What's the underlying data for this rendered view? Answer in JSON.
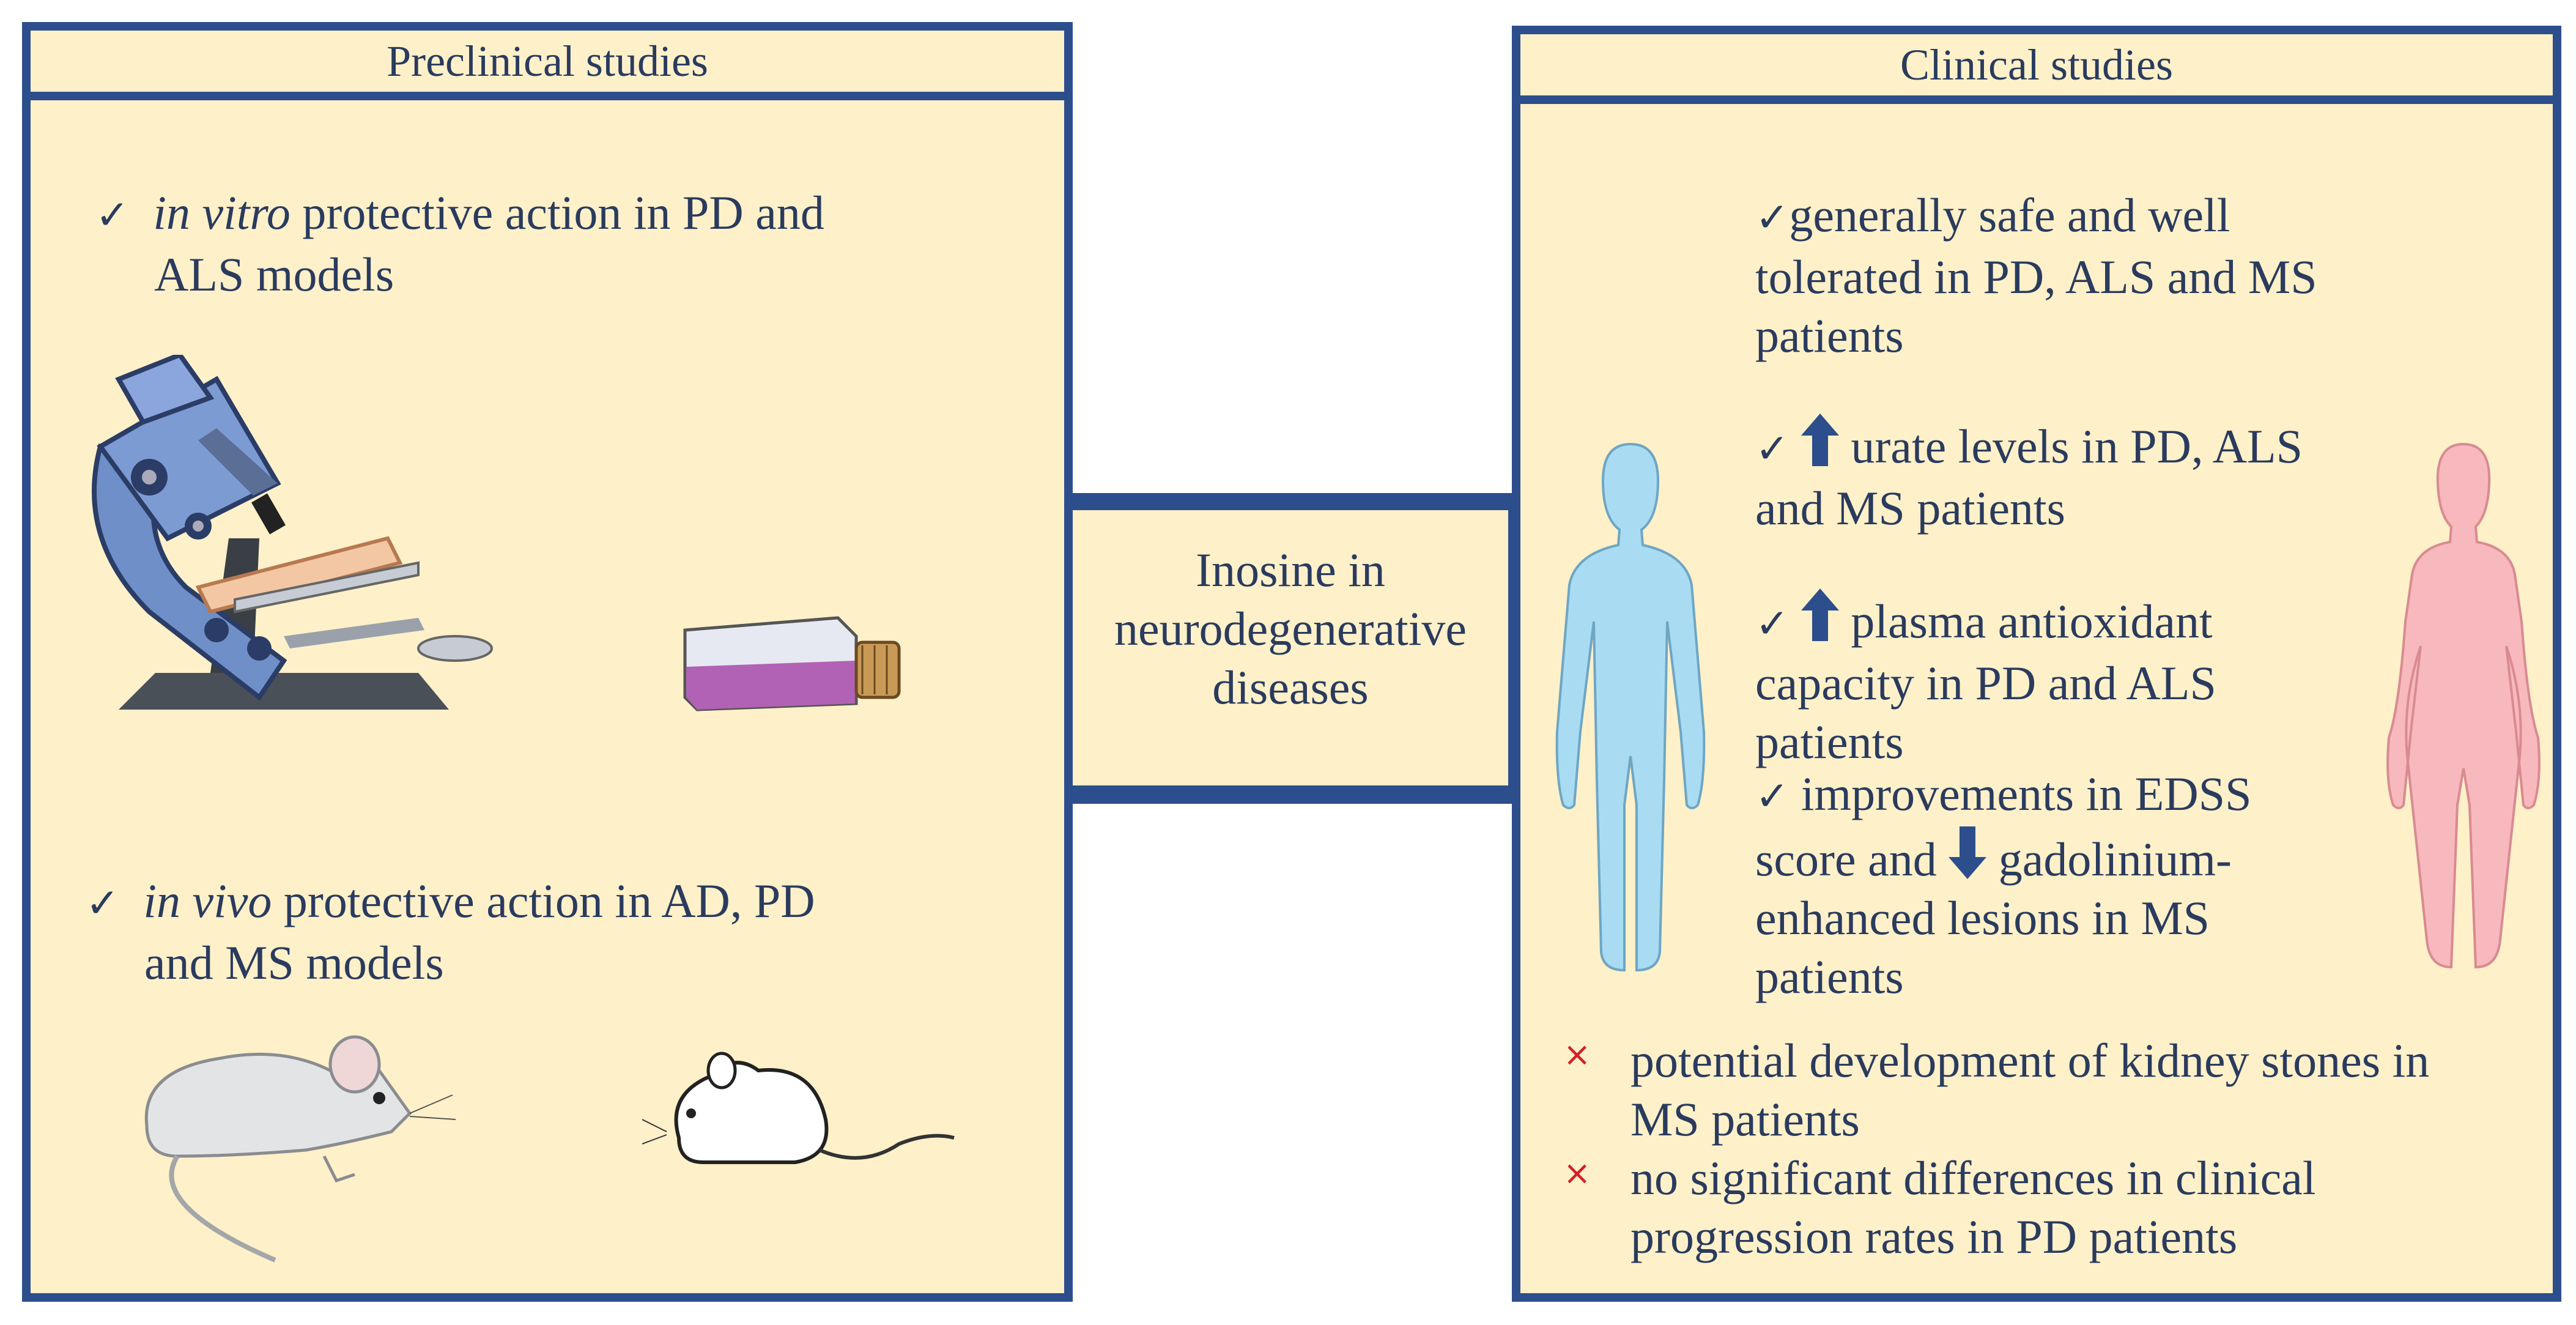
{
  "colors": {
    "border": "#2d4e8c",
    "panel_bg": "#fef0c9",
    "text": "#2a3b5e",
    "cross": "#d21f26",
    "male": "#a9dcf2",
    "female": "#f7b9be"
  },
  "preclinical": {
    "title": "Preclinical studies",
    "item1_italic": "in vitro",
    "item1_line1": " protective action in PD and",
    "item1_line2": "ALS models",
    "item2_italic": "in vivo",
    "item2_line1": " protective action in AD, PD",
    "item2_line2": "and MS models",
    "icons": [
      "microscope-icon",
      "cell-culture-flask-icon",
      "mouse-icon",
      "rat-icon"
    ]
  },
  "center": {
    "line1": "Inosine in",
    "line2": "neurodegenerative",
    "line3": "diseases"
  },
  "clinical": {
    "title": "Clinical studies",
    "check_mark": "✓",
    "cross_mark": "×",
    "b1_l1": "generally safe and well",
    "b1_l2": "tolerated in PD, ALS and MS",
    "b1_l3": "patients",
    "b2_l1": "urate levels in PD, ALS",
    "b2_l2": "and MS patients",
    "b3_l1": "plasma antioxidant",
    "b3_l2": "capacity in PD and ALS",
    "b3_l3": "patients",
    "b4_l1": "improvements in EDSS",
    "b4_l2a": "score and ",
    "b4_l2b": "gadolinium-",
    "b4_l3": "enhanced lesions in MS",
    "b4_l4": "patients",
    "x1_l1": "potential development of kidney stones in",
    "x1_l2": "MS patients",
    "x2_l1": "no significant differences in clinical",
    "x2_l2": "progression rates in PD patients",
    "icons": [
      "male-silhouette-icon",
      "female-silhouette-icon",
      "up-arrow-icon",
      "down-arrow-icon"
    ]
  }
}
